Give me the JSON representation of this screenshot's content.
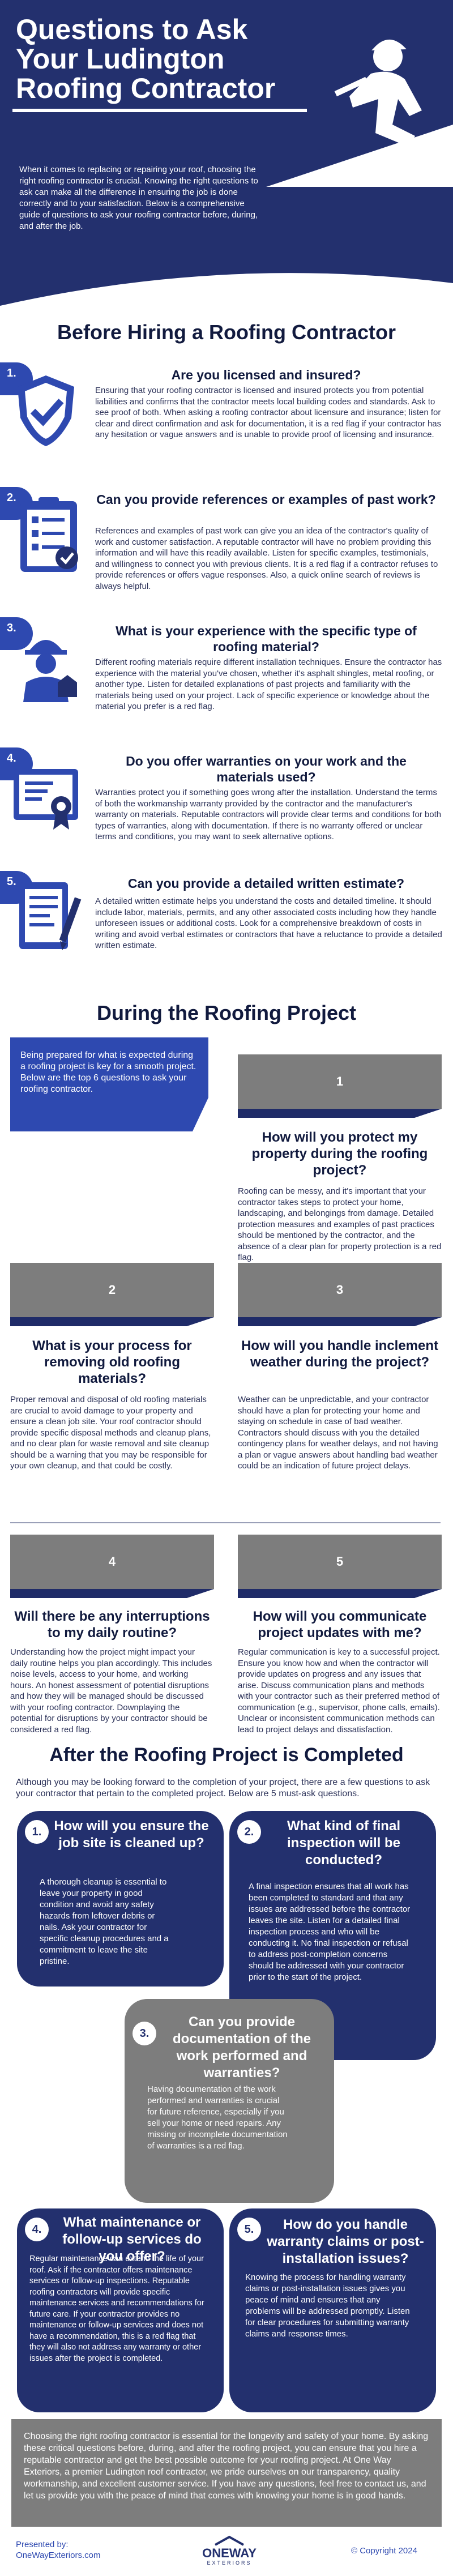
{
  "header": {
    "title": "Questions to Ask Your Ludington Roofing Contractor",
    "intro": "When it comes to replacing or repairing your roof, choosing the right roofing contractor is crucial. Knowing the right questions to ask can make all the difference in ensuring the job is done correctly and to your satisfaction. Below is a comprehensive guide of questions to ask your roofing contractor before, during, and after the job."
  },
  "before": {
    "heading": "Before Hiring a Roofing Contractor",
    "items": [
      {
        "num": "1.",
        "icon": "shield-check-icon",
        "question": "Are you licensed and insured?",
        "answer": "Ensuring that your roofing contractor is licensed and insured protects you from potential liabilities and confirms that the contractor meets local building codes and standards. Ask to see proof of both. When asking a roofing contractor about licensure and insurance; listen for clear and direct confirmation and ask for documentation, it is a red flag if your contractor has any hesitation or vague answers and is unable to provide proof of licensing and insurance."
      },
      {
        "num": "2.",
        "icon": "checklist-icon",
        "question": "Can you provide references or examples of past work?",
        "answer": "References and examples of past work can give you an idea of the contractor's quality of work and customer satisfaction. A reputable contractor will have no problem providing this information and will have this readily available. Listen for specific examples, testimonials, and willingness to connect you with previous clients. It is a red flag if a contractor refuses to provide references or offers vague responses. Also, a quick online search of reviews is always helpful."
      },
      {
        "num": "3.",
        "icon": "worker-icon",
        "question": "What is your experience with the specific type of roofing material?",
        "answer": "Different roofing materials require different installation techniques. Ensure the contractor has experience with the material you've chosen, whether it's asphalt shingles, metal roofing, or another type. Listen for detailed explanations of past projects and familiarity with the materials being used on your project. Lack of specific experience or knowledge about the material you prefer is a red flag."
      },
      {
        "num": "4.",
        "icon": "certificate-icon",
        "question": "Do you offer warranties on your work and the materials used?",
        "answer": "Warranties protect you if something goes wrong after the installation. Understand the terms of both the workmanship warranty provided by the contractor and the manufacturer's warranty on materials. Reputable contractors will provide clear terms and conditions for both types of warranties, along with documentation. If there is no warranty offered or unclear terms and conditions, you may want to seek alternative options."
      },
      {
        "num": "5.",
        "icon": "estimate-icon",
        "question": "Can you provide a detailed written estimate?",
        "answer": "A detailed written estimate helps you understand the costs and detailed timeline. It should include labor, materials, permits, and any other associated costs including how they handle unforeseen issues or additional costs. Look for a comprehensive breakdown of costs in writing and avoid verbal estimates or contractors that have a reluctance to provide a detailed written estimate."
      }
    ]
  },
  "during": {
    "heading": "During the Roofing Project",
    "intro": "Being prepared for what is expected during a roofing project is key for a smooth project. Below are the top 6 questions to ask your roofing contractor.",
    "items": [
      {
        "num": "1",
        "question": "How will you protect my property during the roofing project?",
        "answer": "Roofing can be messy, and it's important that your contractor takes steps to protect your home, landscaping, and belongings from damage. Detailed protection measures and examples of past practices should be mentioned by the contractor, and the absence of a clear plan for property protection is a red flag."
      },
      {
        "num": "2",
        "question": "What is your process for removing old roofing materials?",
        "answer": "Proper removal and disposal of old roofing materials are crucial to avoid damage to your property and ensure a clean job site. Your roof contractor should provide specific disposal methods and cleanup plans, and no clear plan for waste removal and site cleanup should be a warning that you may be responsible for your own cleanup, and that could be costly."
      },
      {
        "num": "3",
        "question": "How will you handle inclement weather during the project?",
        "answer": "Weather can be unpredictable, and your contractor should have a plan for protecting your home and staying on schedule in case of bad weather. Contractors should discuss with you the detailed contingency plans for weather delays, and not having a plan or vague answers about handling bad weather could be an indication of future project delays."
      },
      {
        "num": "4",
        "question": "Will there be any interruptions to my daily routine?",
        "answer": "Understanding how the project might impact your daily routine helps you plan accordingly. This includes noise levels, access to your home, and working hours. An honest assessment of potential disruptions and how they will be managed should be discussed with your roofing contractor. Downplaying the potential for disruptions by your contractor should be considered a red flag."
      },
      {
        "num": "5",
        "question": "How will you communicate project updates with me?",
        "answer": "Regular communication is key to a successful project. Ensure you know how and when the contractor will provide updates on progress and any issues that arise. Discuss communication plans and methods with your contractor such as their preferred method of communication (e.g., supervisor, phone calls, emails). Unclear or inconsistent communication methods can lead to project delays and dissatisfaction."
      }
    ]
  },
  "after": {
    "heading": "After the Roofing Project is Completed",
    "intro": "Although you may be looking forward to the completion of your project, there are a few questions to ask your contractor that pertain to the completed project. Below are 5 must-ask questions.",
    "items": [
      {
        "num": "1.",
        "question": "How will you ensure the job site is cleaned up?",
        "answer": "A thorough cleanup is essential to leave your property in good condition and avoid any safety hazards from leftover debris or nails. Ask your contractor for specific cleanup procedures and a commitment to leave the site pristine."
      },
      {
        "num": "2.",
        "question": "What kind of final inspection will be conducted?",
        "answer": "A final inspection ensures that all work has been completed to standard and that any issues are addressed before the contractor leaves the site. Listen for a detailed final inspection process and who will be conducting it. No final inspection or refusal to address post-completion concerns should be addressed with your contractor prior to the start of the project."
      },
      {
        "num": "3.",
        "question": "Can you provide documentation of the work performed and warranties?",
        "answer": "Having documentation of the work performed and warranties is crucial for future reference, especially if you sell your home or need repairs.  Any missing or incomplete documentation of warranties is a red flag."
      },
      {
        "num": "4.",
        "question": "What maintenance or follow-up services do you offer?",
        "answer": "Regular maintenance can extend the life of your roof. Ask if the contractor offers maintenance services or follow-up inspections. Reputable roofing contractors will provide specific maintenance services and recommendations for future care. If your contractor provides no maintenance or follow-up services and does not have a recommendation, this is a red flag that they will also not address any warranty or other issues after the project is completed."
      },
      {
        "num": "5.",
        "question": "How do you handle warranty claims or post-installation issues?",
        "answer": "Knowing the process for handling warranty claims or post-installation issues gives you peace of mind and ensures that any problems will be addressed promptly. Listen for clear procedures for submitting warranty claims and response times."
      }
    ]
  },
  "conclusion": "Choosing the right roofing contractor is essential for the longevity and safety of your home. By asking these critical questions before, during, and after the roofing project, you can ensure that you hire a reputable contractor and get the best possible outcome for your roofing project. At One Way Exteriors, a premier Ludington roof contractor, we pride ourselves on our transparency, quality workmanship, and excellent customer service. If you have any questions, feel free to contact us, and let us provide you with the peace of mind that comes with knowing your home is in good hands.",
  "footer": {
    "presented_by": "Presented by:",
    "site": "OneWayExteriors.com",
    "logo_main": "ONEWAY",
    "logo_sub": "EXTERIORS",
    "copyright": "© Copyright 2024"
  },
  "colors": {
    "navy": "#23306e",
    "blue": "#2e49b0",
    "grey": "#7d7d7d"
  }
}
